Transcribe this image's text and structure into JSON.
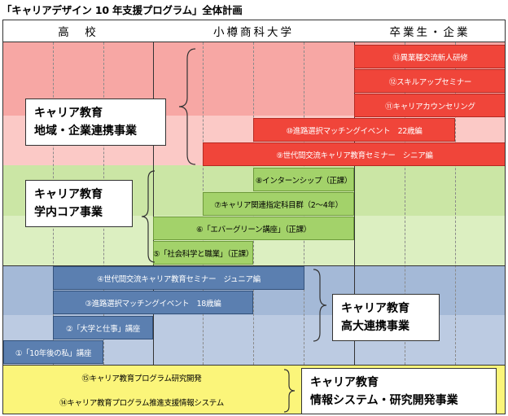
{
  "title": "「キャリアデザイン 10 年支援プログラム」全体計画",
  "columns": [
    {
      "label": "高　校"
    },
    {
      "label": "小樽商科大学"
    },
    {
      "label": "卒業生・企業"
    }
  ],
  "colors": {
    "red_band": "#f7a7a4",
    "red_band_light": "#fbc9c6",
    "green_band": "#cbe6a5",
    "green_band_light": "#dcefc1",
    "blue_band": "#a4b9d7",
    "blue_band_light": "#bccbe2",
    "yellow_band": "#fbf57a",
    "bar_red": "#f0453a",
    "bar_green": "#a3d26a",
    "bar_blue": "#5b7fb0"
  },
  "groups": [
    {
      "id": "career",
      "label_line1": "キャリア教育",
      "label_line2": "地域・企業連携事業"
    },
    {
      "id": "core",
      "label_line1": "キャリア教育",
      "label_line2": "学内コア事業"
    },
    {
      "id": "highschool",
      "label_line1": "キャリア教育",
      "label_line2": "高大連携事業"
    },
    {
      "id": "info",
      "label_line1": "キャリア教育",
      "label_line2": "情報システム・研究開発事業"
    }
  ],
  "programs": [
    {
      "id": "p13",
      "label": "⑬異業種交流新人研修"
    },
    {
      "id": "p12",
      "label": "⑫スキルアップセミナー"
    },
    {
      "id": "p11",
      "label": "⑪キャリアカウンセリング"
    },
    {
      "id": "p10",
      "label": "⑩進路選択マッチングイベント　22歳編"
    },
    {
      "id": "p9",
      "label": "⑨世代間交流キャリア教育セミナー　シニア編"
    },
    {
      "id": "p8",
      "label": "⑧インターンシップ（正課）"
    },
    {
      "id": "p7",
      "label": "⑦キャリア関連指定科目群（2～4年）"
    },
    {
      "id": "p6",
      "label": "⑥「エバーグリーン講座」（正課）"
    },
    {
      "id": "p5",
      "label": "⑤「社会科学と職業」（正課）"
    },
    {
      "id": "p4",
      "label": "④世代間交流キャリア教育セミナー　ジュニア編"
    },
    {
      "id": "p3",
      "label": "③進路選択マッチングイベント　18歳編"
    },
    {
      "id": "p2",
      "label": "②「大学と仕事」講座"
    },
    {
      "id": "p1",
      "label": "①「10年後の私」講座"
    },
    {
      "id": "p15",
      "label": "⑮キャリア教育プログラム研究開発"
    },
    {
      "id": "p14",
      "label": "⑭キャリア教育プログラム推進支援情報システム"
    }
  ]
}
